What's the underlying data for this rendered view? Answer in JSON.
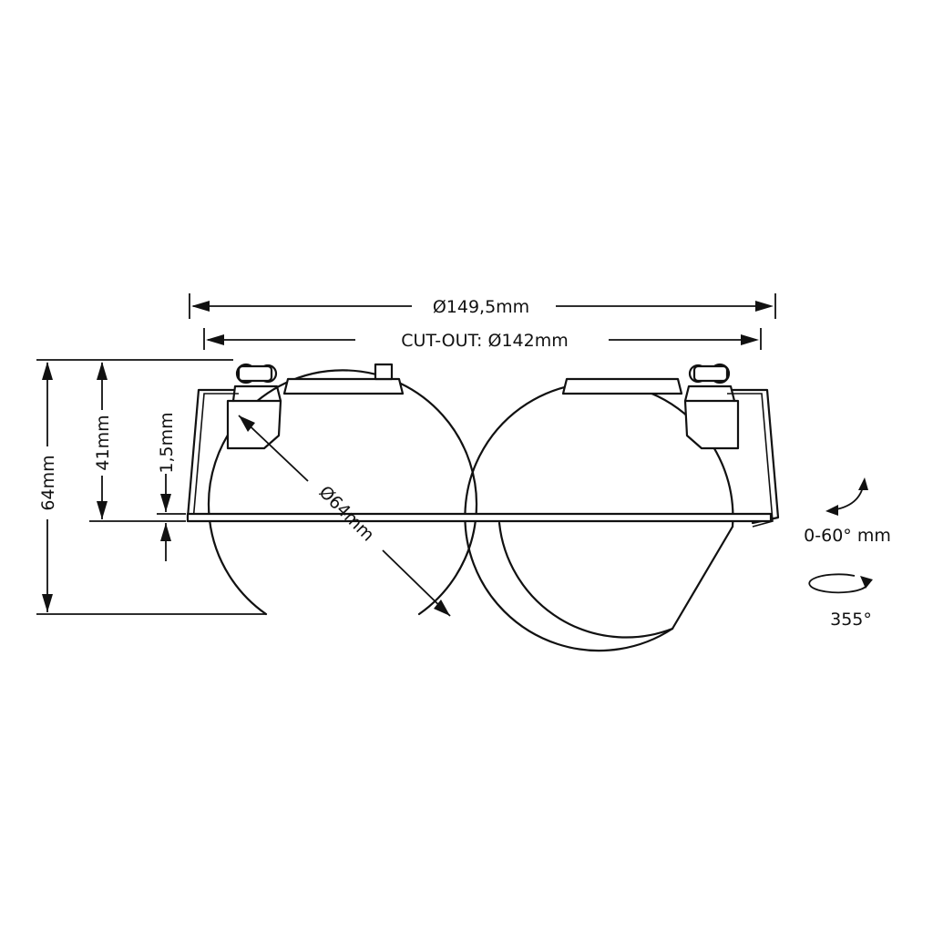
{
  "dimensions": {
    "overall_diameter": "Ø149,5mm",
    "cutout_diameter": "CUT-OUT: Ø142mm",
    "total_height": "64mm",
    "body_height": "41mm",
    "flange_thickness": "1,5mm",
    "sphere_diameter": "Ø64mm"
  },
  "features": {
    "tilt": "0-60° mm",
    "rotation": "355°"
  },
  "colors": {
    "line": "#111111",
    "background": "#ffffff"
  }
}
